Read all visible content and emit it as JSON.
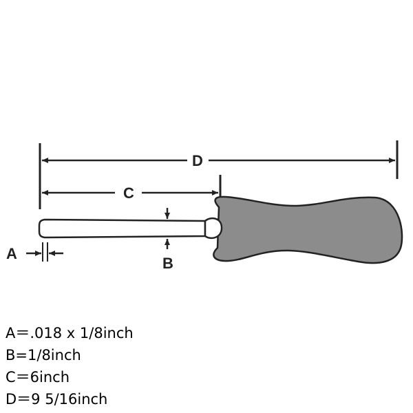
{
  "diagram": {
    "labels": {
      "a": "A",
      "b": "B",
      "c": "C",
      "d": "D"
    },
    "colors": {
      "handle_fill": "#8c8c8c",
      "line": "#222222",
      "background": "#ffffff"
    }
  },
  "specs": [
    {
      "text": "A＝.018 x 1/8inch"
    },
    {
      "text": "B=1/8inch"
    },
    {
      "text": "C＝6inch"
    },
    {
      "text": "D＝9 5/16inch"
    }
  ]
}
